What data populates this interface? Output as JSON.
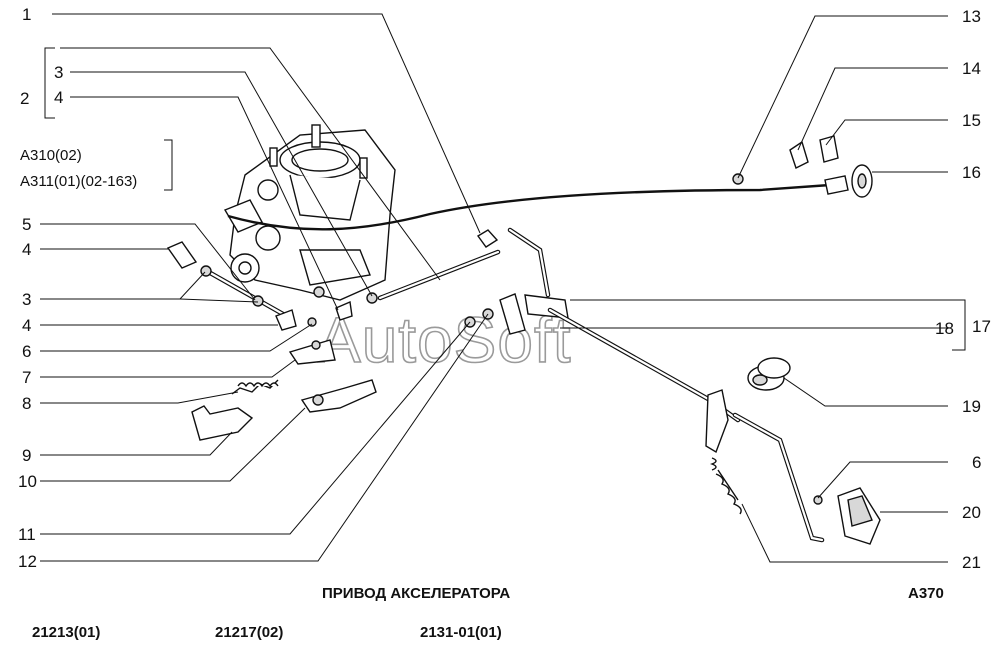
{
  "diagram": {
    "title": "ПРИВОД АКСЕЛЕРАТОРА",
    "code": "А370",
    "watermark": "AutoSoft",
    "models": [
      "21213(01)",
      "21217(02)",
      "2131-01(01)"
    ],
    "references": [
      "А310(02)",
      "А311(01)(02-163)"
    ],
    "callouts_left": [
      "1",
      "2",
      "3",
      "4",
      "4",
      "5",
      "4",
      "3",
      "4",
      "6",
      "7",
      "8",
      "9",
      "10",
      "11",
      "12"
    ],
    "callouts_right": [
      "13",
      "14",
      "15",
      "16",
      "17",
      "18",
      "19",
      "6",
      "20",
      "21"
    ]
  }
}
